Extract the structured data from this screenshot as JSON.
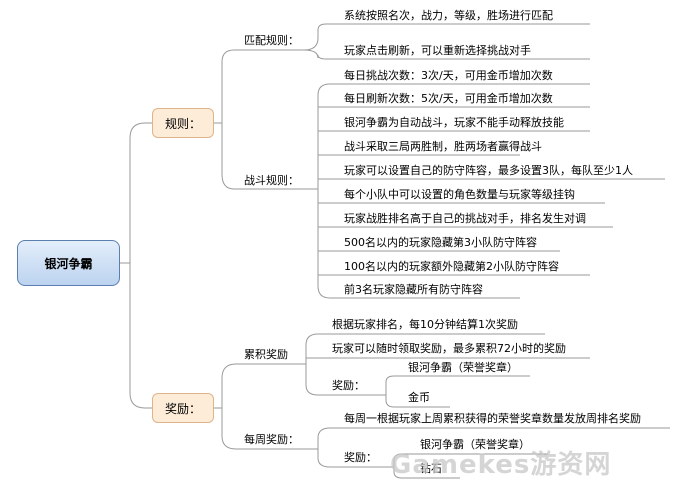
{
  "root": "银河争霸",
  "categories": {
    "rules": "规则：",
    "rewards": "奖励："
  },
  "rules": {
    "match": {
      "label": "匹配规则：",
      "items": [
        "系统按照名次，战力，等级，胜场进行匹配",
        "玩家点击刷新，可以重新选择挑战对手"
      ]
    },
    "battle": {
      "label": "战斗规则：",
      "items": [
        "每日挑战次数：3次/天，可用金币增加次数",
        "每日刷新次数：5次/天，可用金币增加次数",
        "银河争霸为自动战斗，玩家不能手动释放技能",
        "战斗采取三局两胜制，胜两场者赢得战斗",
        "玩家可以设置自己的防守阵容，最多设置3队，每队至少1人",
        "每个小队中可以设置的角色数量与玩家等级挂钩",
        "玩家战胜排名高于自己的挑战对手，排名发生对调",
        "500名以内的玩家隐藏第3小队防守阵容",
        "100名以内的玩家额外隐藏第2小队防守阵容",
        "前3名玩家隐藏所有防守阵容"
      ]
    }
  },
  "rewards": {
    "cumulative": {
      "label": "累积奖励",
      "items": [
        "根据玩家排名，每10分钟结算1次奖励",
        "玩家可以随时领取奖励，最多累积72小时的奖励"
      ],
      "reward_label": "奖励：",
      "reward_items": [
        "银河争霸（荣誉奖章）",
        "金币"
      ]
    },
    "weekly": {
      "label": "每周奖励：",
      "items": [
        "每周一根据玩家上周累积获得的荣誉奖章数量发放周排名奖励"
      ],
      "reward_label": "奖励：",
      "reward_items": [
        "银河争霸（荣誉奖章）",
        "钻石"
      ]
    }
  },
  "watermark": "Gamekes游资网"
}
